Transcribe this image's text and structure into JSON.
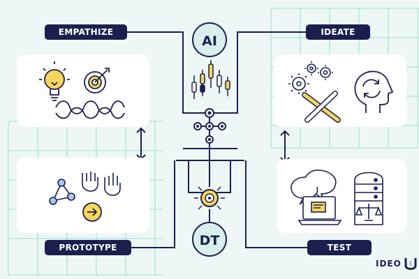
{
  "stages": {
    "empathize": "EMPATHIZE",
    "ideate": "IDEATE",
    "prototype": "PROTOTYPE",
    "test": "TEST"
  },
  "badges": {
    "ai": "AI",
    "dt": "DT"
  },
  "logo": "IDEO",
  "colors": {
    "navy": "#1b1f4e",
    "yellow": "#f6d65c",
    "mint": "#a8e6d5",
    "background": "#eef7f6",
    "panel": "#ffffff"
  },
  "icons": {
    "empathize": [
      "lightbulb-icon",
      "target-icon",
      "wavy-line-icon"
    ],
    "ideate": [
      "gears-icon",
      "crossed-pencil-ruler-icon",
      "head-refresh-icon"
    ],
    "prototype": [
      "network-nodes-icon",
      "hand-gestures-icon",
      "arrow-circle-icon"
    ],
    "test": [
      "chat-bubbles-icon",
      "laptop-icon",
      "server-scale-icon"
    ]
  }
}
